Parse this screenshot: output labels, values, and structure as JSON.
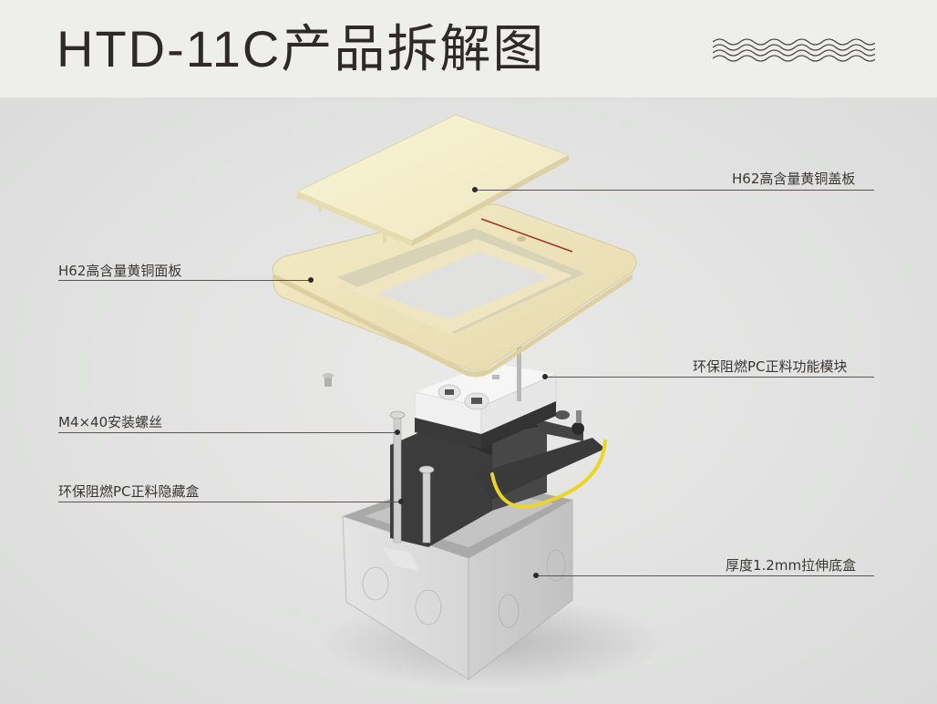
{
  "header": {
    "title": "HTD-11C产品拆解图",
    "decoration_icon": "wavy-lines-icon"
  },
  "colors": {
    "header_bg": "#eeeeed",
    "stage_bg": "#e3e3e2",
    "title_text": "#2f2a28",
    "brass_cover": "#f4efca",
    "brass_panel": "#eee4bd",
    "module_white": "#f5f5f5",
    "bracket_dark": "#3b3b3b",
    "wire_yellow": "#e8d52a",
    "base_box": "#dcdcdc",
    "callout_line": "#5a5552"
  },
  "callouts": [
    {
      "id": "cover-plate",
      "label": "H62高含量黄铜盖板",
      "side": "right"
    },
    {
      "id": "face-panel",
      "label": "H62高含量黄铜面板",
      "side": "left"
    },
    {
      "id": "function-module",
      "label": "环保阻燃PC正料功能模块",
      "side": "right"
    },
    {
      "id": "mounting-screw",
      "label": "M4×40安装螺丝",
      "side": "left"
    },
    {
      "id": "hidden-box",
      "label": "环保阻燃PC正料隐藏盒",
      "side": "left"
    },
    {
      "id": "base-box",
      "label": "厚度1.2mm拉伸底盒",
      "side": "right"
    }
  ]
}
